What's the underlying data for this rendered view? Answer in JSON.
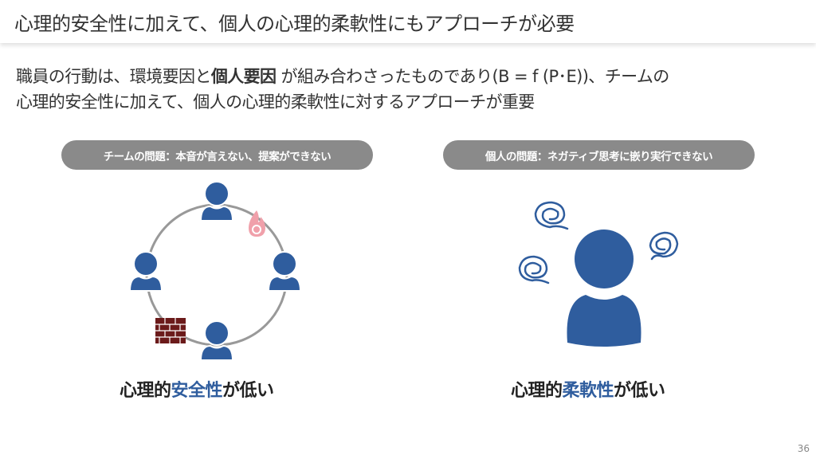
{
  "header": {
    "title": "心理的安全性に加えて、個人の心理的柔軟性にもアプローチが必要"
  },
  "body": {
    "line1_a": "職員の行動は、環境要因と",
    "line1_bold": "個人要因",
    "line1_b": " が組み合わさったものであり(B = f (P･E))、チームの",
    "line2": "心理的安全性に加えて、個人の心理的柔軟性に対するアプローチが重要"
  },
  "left": {
    "pill": "チームの問題：本音が言えない、提案ができない",
    "caption_a": "心理的",
    "caption_hl": "安全性",
    "caption_b": "が低い"
  },
  "right": {
    "pill": "個人の問題：ネガティブ思考に嵌り実行できない",
    "caption_a": "心理的",
    "caption_hl": "柔軟性",
    "caption_b": "が低い"
  },
  "colors": {
    "accent": "#2f5d9e",
    "pill": "#8a8a8a",
    "fire": "#f0a0aa",
    "brick": "#6b1a1a"
  },
  "page_number": "36"
}
